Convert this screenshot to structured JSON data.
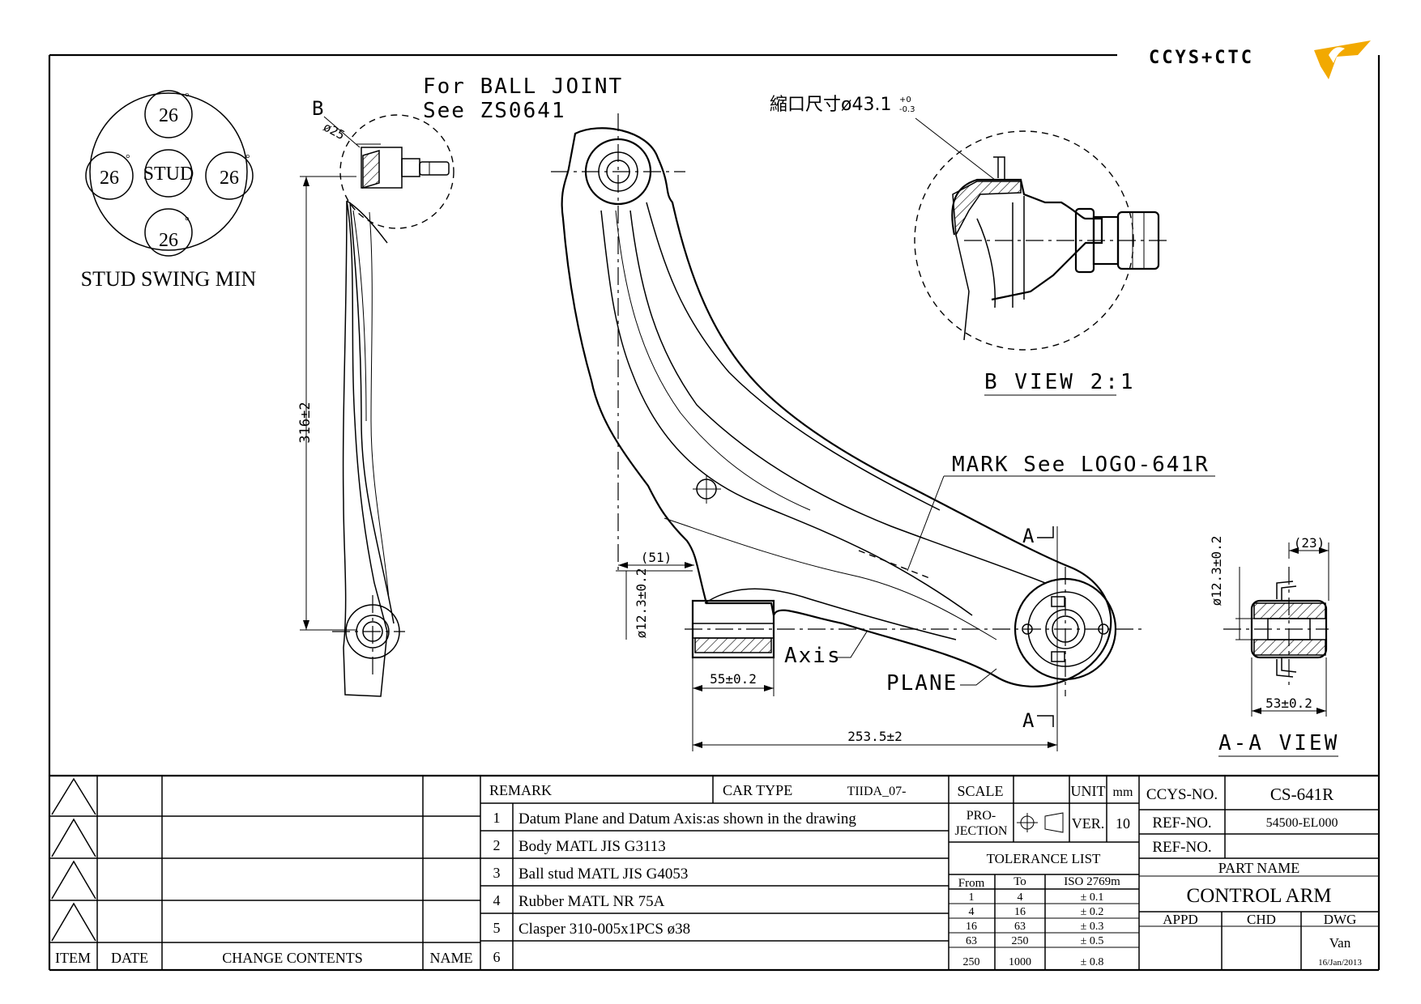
{
  "logo": {
    "text": "CCYS+CTC",
    "accent": "#f2a900",
    "grey": "#777777"
  },
  "stud_swing": {
    "title": "STUD SWING MIN",
    "center_label": "STUD",
    "top": "26",
    "left": "26",
    "right": "26",
    "bottom": "26",
    "degree_mark": "°"
  },
  "side_view": {
    "label_b": "B",
    "dia_label": "ø25",
    "height_dim": "316±2"
  },
  "ball_joint_note": {
    "line1": "For BALL JOINT",
    "line2": "See ZS0641"
  },
  "b_view": {
    "note_prefix": "縮口尺寸ø43.1",
    "tol_plus": "+0",
    "tol_minus": "-0.3",
    "title": "B VIEW 2:1"
  },
  "main_view": {
    "mark_note": "MARK See LOGO-641R",
    "dim_51": "(51)",
    "dim_dia": "ø12.3±0.2",
    "dim_55": "55±0.2",
    "dim_253": "253.5±2",
    "axis_label": "Axis",
    "plane_label": "PLANE",
    "section_a_top": "A",
    "section_a_bottom": "A"
  },
  "aa_view": {
    "dim_23": "(23)",
    "dim_dia": "ø12.3±0.2",
    "dim_53": "53±0.2",
    "title": "A-A VIEW"
  },
  "revision_table": {
    "headers": [
      "ITEM",
      "DATE",
      "CHANGE CONTENTS",
      "NAME"
    ]
  },
  "remarks": {
    "header": "REMARK",
    "car_type_label": "CAR TYPE",
    "car_type_value": "TIIDA_07-",
    "rows": [
      {
        "n": "1",
        "text": "Datum Plane and Datum Axis:as shown in the drawing"
      },
      {
        "n": "2",
        "text": "Body MATL JIS G3113"
      },
      {
        "n": "3",
        "text": "Ball stud MATL JIS G4053"
      },
      {
        "n": "4",
        "text": "Rubber MATL NR 75A"
      },
      {
        "n": "5",
        "text": "Clasper 310-005x1PCS ø38"
      },
      {
        "n": "6",
        "text": ""
      }
    ]
  },
  "title_block": {
    "scale_label": "SCALE",
    "scale_value": "",
    "unit_label": "UNIT",
    "unit_value": "mm",
    "projection_label_1": "PRO-",
    "projection_label_2": "JECTION",
    "ver_label": "VER.",
    "ver_value": "10",
    "tolerance_title": "TOLERANCE LIST",
    "tol_headers": [
      "From",
      "To",
      "ISO 2769m"
    ],
    "tol_rows": [
      [
        "1",
        "4",
        "± 0.1"
      ],
      [
        "4",
        "16",
        "± 0.2"
      ],
      [
        "16",
        "63",
        "± 0.3"
      ],
      [
        "63",
        "250",
        "± 0.5"
      ],
      [
        "250",
        "1000",
        "± 0.8"
      ]
    ],
    "ccys_no_label": "CCYS-NO.",
    "ccys_no_value": "CS-641R",
    "ref_no_label": "REF-NO.",
    "ref_no_value": "54500-EL000",
    "ref_no2_label": "REF-NO.",
    "ref_no2_value": "",
    "part_name_label": "PART NAME",
    "part_name_value": "CONTROL ARM",
    "appd_label": "APPD",
    "chd_label": "CHD",
    "dwg_label": "DWG",
    "dwg_name": "Van",
    "dwg_date": "16/Jan/2013"
  }
}
